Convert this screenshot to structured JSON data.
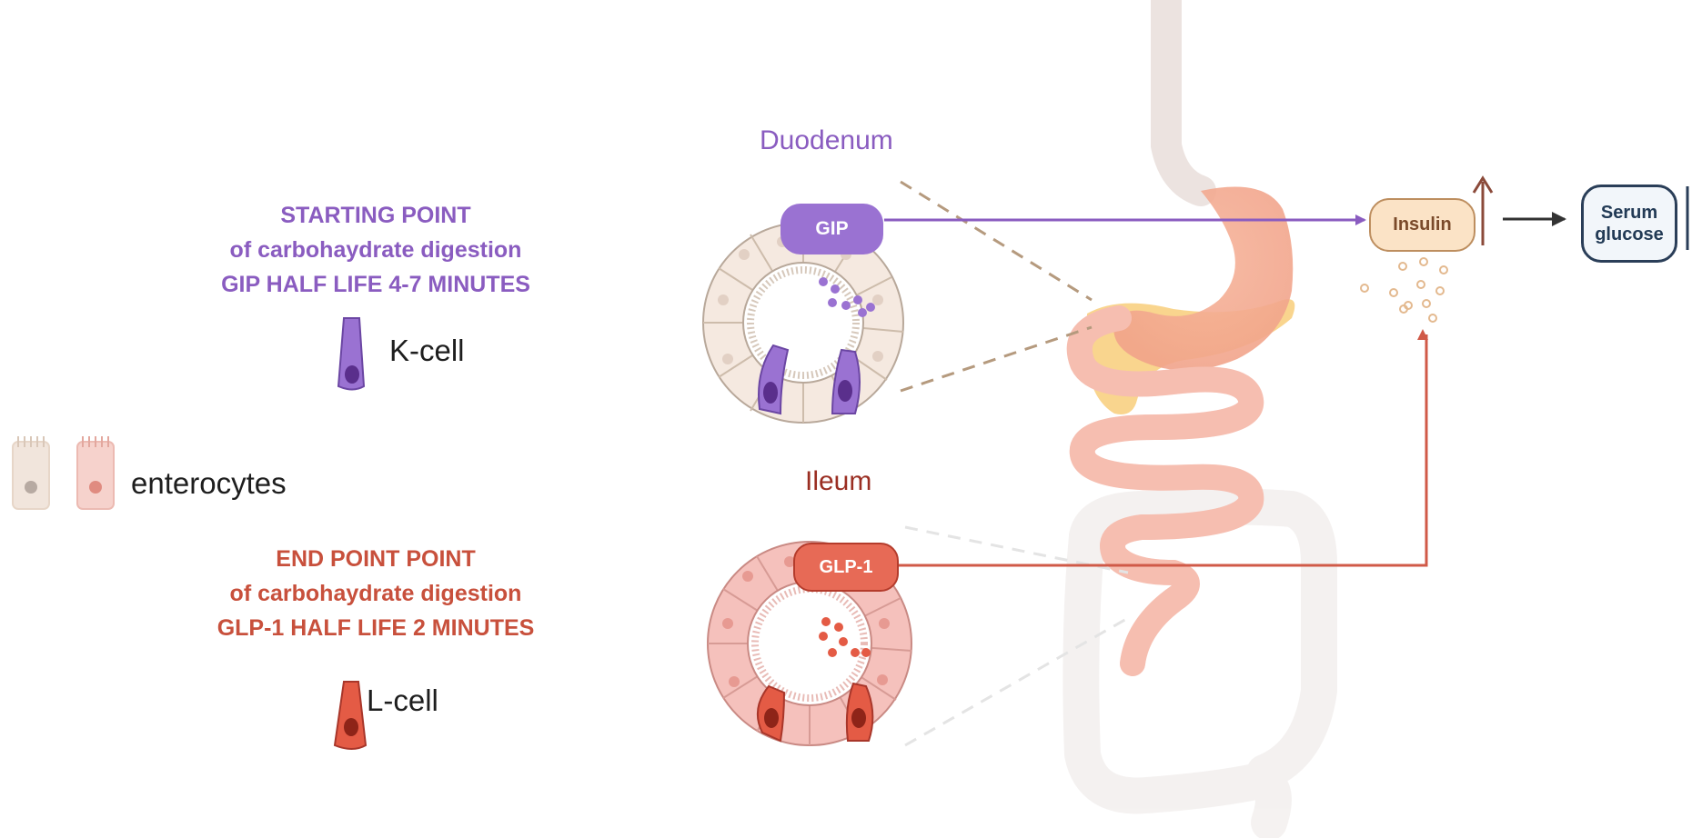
{
  "notes": {
    "gip": {
      "line1": "STARTING POINT",
      "line2": "of carbohaydrate digestion",
      "line3": "GIP HALF LIFE 4-7 MINUTES"
    },
    "glp1": {
      "line1": "END POINT POINT",
      "line2": "of carbohaydrate digestion",
      "line3": "GLP-1 HALF LIFE 2 MINUTES"
    }
  },
  "legend": {
    "k_cell": "K-cell",
    "enterocytes": "enterocytes",
    "l_cell": "L-cell"
  },
  "diagram": {
    "duodenum_label": "Duodenum",
    "ileum_label": "Ileum",
    "gip_hormone": "GIP",
    "glp1_hormone": "GLP-1",
    "insulin": "Insulin",
    "serum_glucose_line1": "Serum",
    "serum_glucose_line2": "glucose"
  },
  "colors": {
    "gip_purple": "#9a72d2",
    "glp1_red": "#e76a56",
    "gip_text": "#8a5cc0",
    "glp1_text": "#c8503c"
  }
}
